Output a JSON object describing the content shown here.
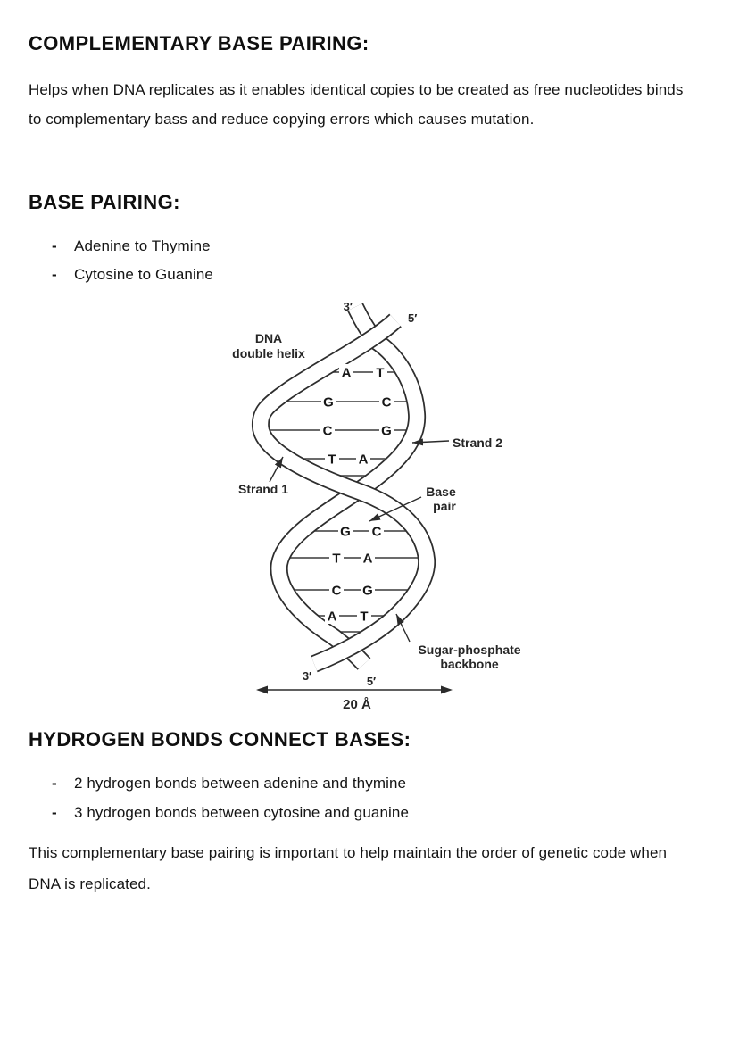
{
  "sections": {
    "complementary": {
      "heading": "COMPLEMENTARY BASE PAIRING:",
      "body_line1": "Helps when DNA replicates as it enables identical copies to be created as free nucleotides binds",
      "body_line2": "to complementary bass and reduce copying errors which causes mutation."
    },
    "base_pairing": {
      "heading": "BASE PAIRING:",
      "bullets": [
        {
          "dash": "-",
          "text": "Adenine to Thymine"
        },
        {
          "dash": "-",
          "text": "Cytosine to Guanine"
        }
      ]
    },
    "hydrogen": {
      "heading": "HYDROGEN BONDS CONNECT BASES:",
      "bullets": [
        {
          "dash": "-",
          "text": "2 hydrogen bonds between adenine and thymine"
        },
        {
          "dash": "-",
          "text": "3 hydrogen bonds between cytosine and guanine"
        }
      ],
      "body_line1": "This complementary base pairing is important to help maintain the order of genetic code when",
      "body_line2": "DNA is replicated."
    }
  },
  "diagram": {
    "labels": {
      "three_prime_top": "3′",
      "five_prime_top": "5′",
      "dna_line1": "DNA",
      "dna_line2": "double helix",
      "strand2": "Strand 2",
      "strand1": "Strand 1",
      "base_pair_line1": "Base",
      "base_pair_line2": "pair",
      "backbone_line1": "Sugar-phosphate",
      "backbone_line2": "backbone",
      "three_prime_bottom": "3′",
      "five_prime_bottom": "5′",
      "width_label": "20 Å"
    },
    "base_pairs_top": [
      [
        "A",
        "T"
      ],
      [
        "G",
        "C"
      ],
      [
        "C",
        "G"
      ],
      [
        "T",
        "A"
      ]
    ],
    "base_pairs_bottom": [
      [
        "G",
        "C"
      ],
      [
        "T",
        "A"
      ],
      [
        "C",
        "G"
      ],
      [
        "A",
        "T"
      ]
    ]
  }
}
